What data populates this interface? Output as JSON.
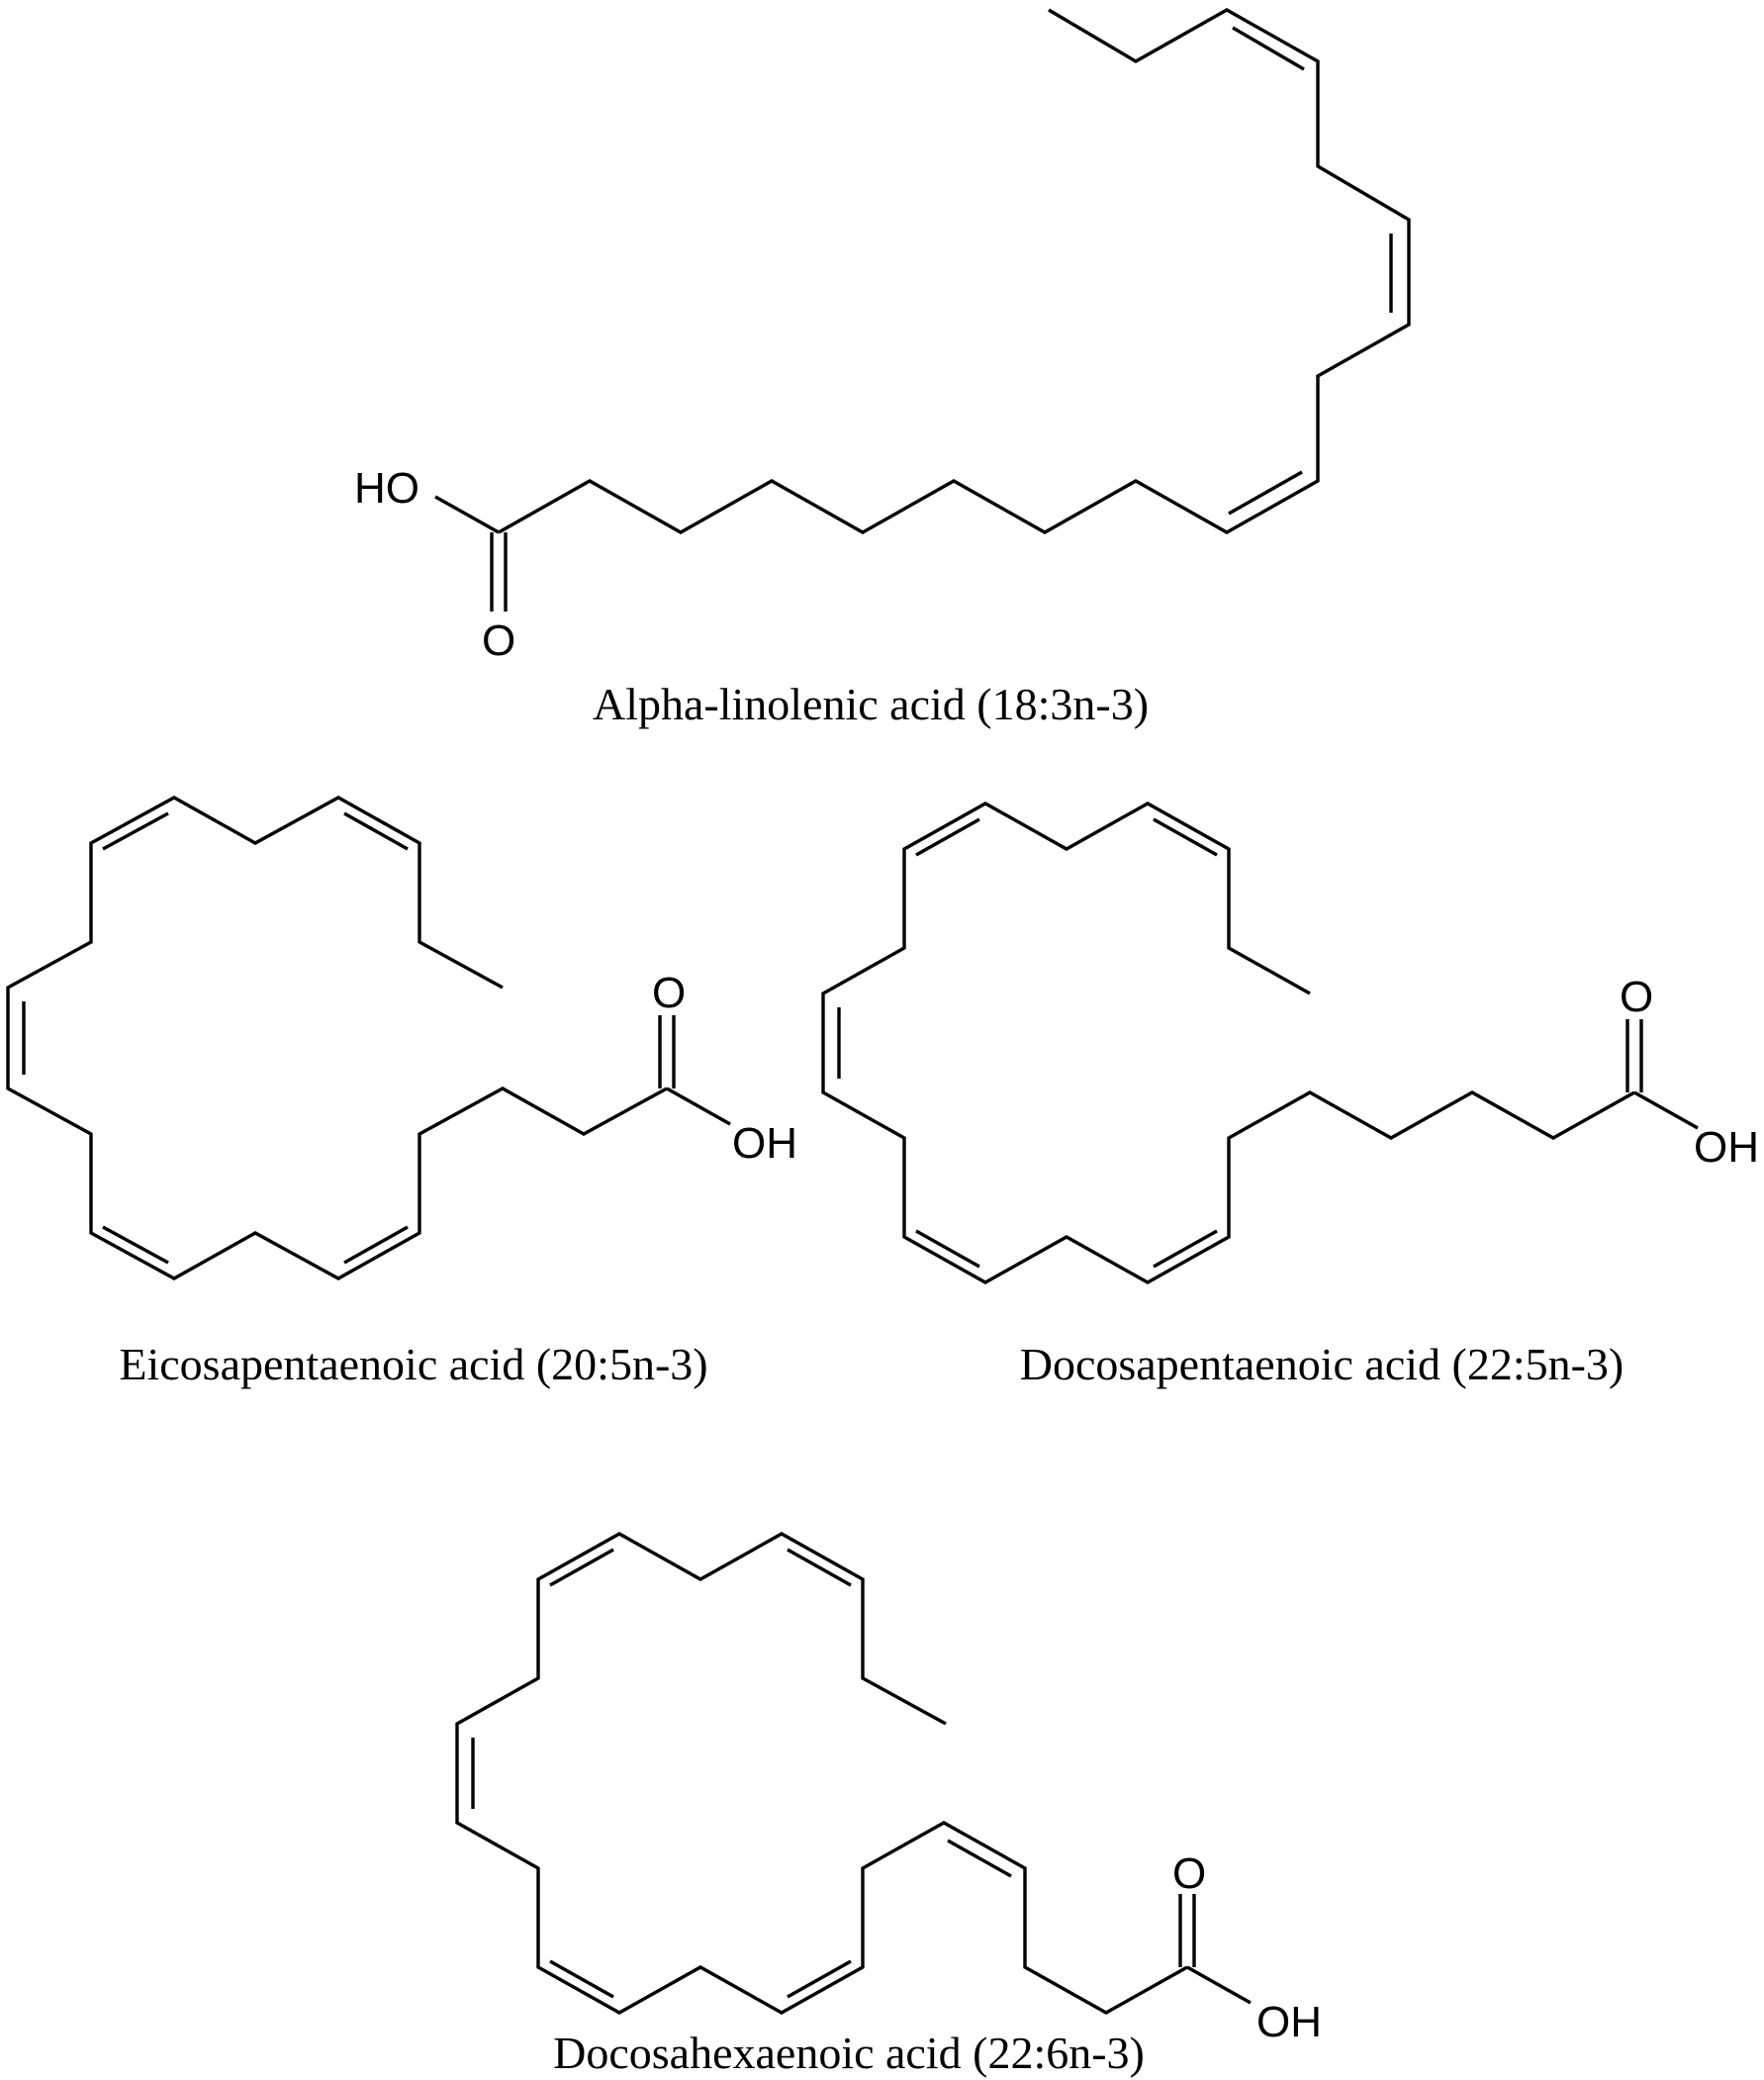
{
  "molecules": [
    {
      "id": "ala",
      "name": "Alpha-linolenic acid (18:3n-3)",
      "atoms": {
        "hydroxyl": "HO",
        "carbonyl_oxygen": "O"
      }
    },
    {
      "id": "epa",
      "name": "Eicosapentaenoic acid (20:5n-3)",
      "atoms": {
        "hydroxyl": "OH",
        "carbonyl_oxygen": "O"
      }
    },
    {
      "id": "dpa",
      "name": "Docosapentaenoic acid (22:5n-3)",
      "atoms": {
        "hydroxyl": "OH",
        "carbonyl_oxygen": "O"
      }
    },
    {
      "id": "dha",
      "name": "Docosahexaenoic acid (22:6n-3)",
      "atoms": {
        "hydroxyl": "OH",
        "carbonyl_oxygen": "O"
      }
    }
  ],
  "colors": {
    "line": "#000000",
    "background": "#ffffff"
  }
}
